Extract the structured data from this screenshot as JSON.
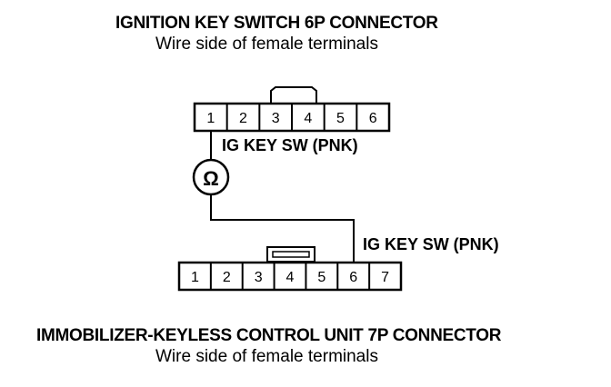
{
  "top_connector": {
    "title": "IGNITION KEY SWITCH 6P CONNECTOR",
    "subtitle": "Wire side of female terminals",
    "terminals": [
      "1",
      "2",
      "3",
      "4",
      "5",
      "6"
    ]
  },
  "bottom_connector": {
    "title": "IMMOBILIZER-KEYLESS CONTROL UNIT 7P CONNECTOR",
    "subtitle": "Wire side of female terminals",
    "terminals": [
      "1",
      "2",
      "3",
      "4",
      "5",
      "6",
      "7"
    ]
  },
  "wires": {
    "top_label": "IG KEY SW (PNK)",
    "bottom_label": "IG KEY SW (PNK)"
  },
  "meter": {
    "symbol": "Ω",
    "icon": "ohmmeter-icon"
  }
}
